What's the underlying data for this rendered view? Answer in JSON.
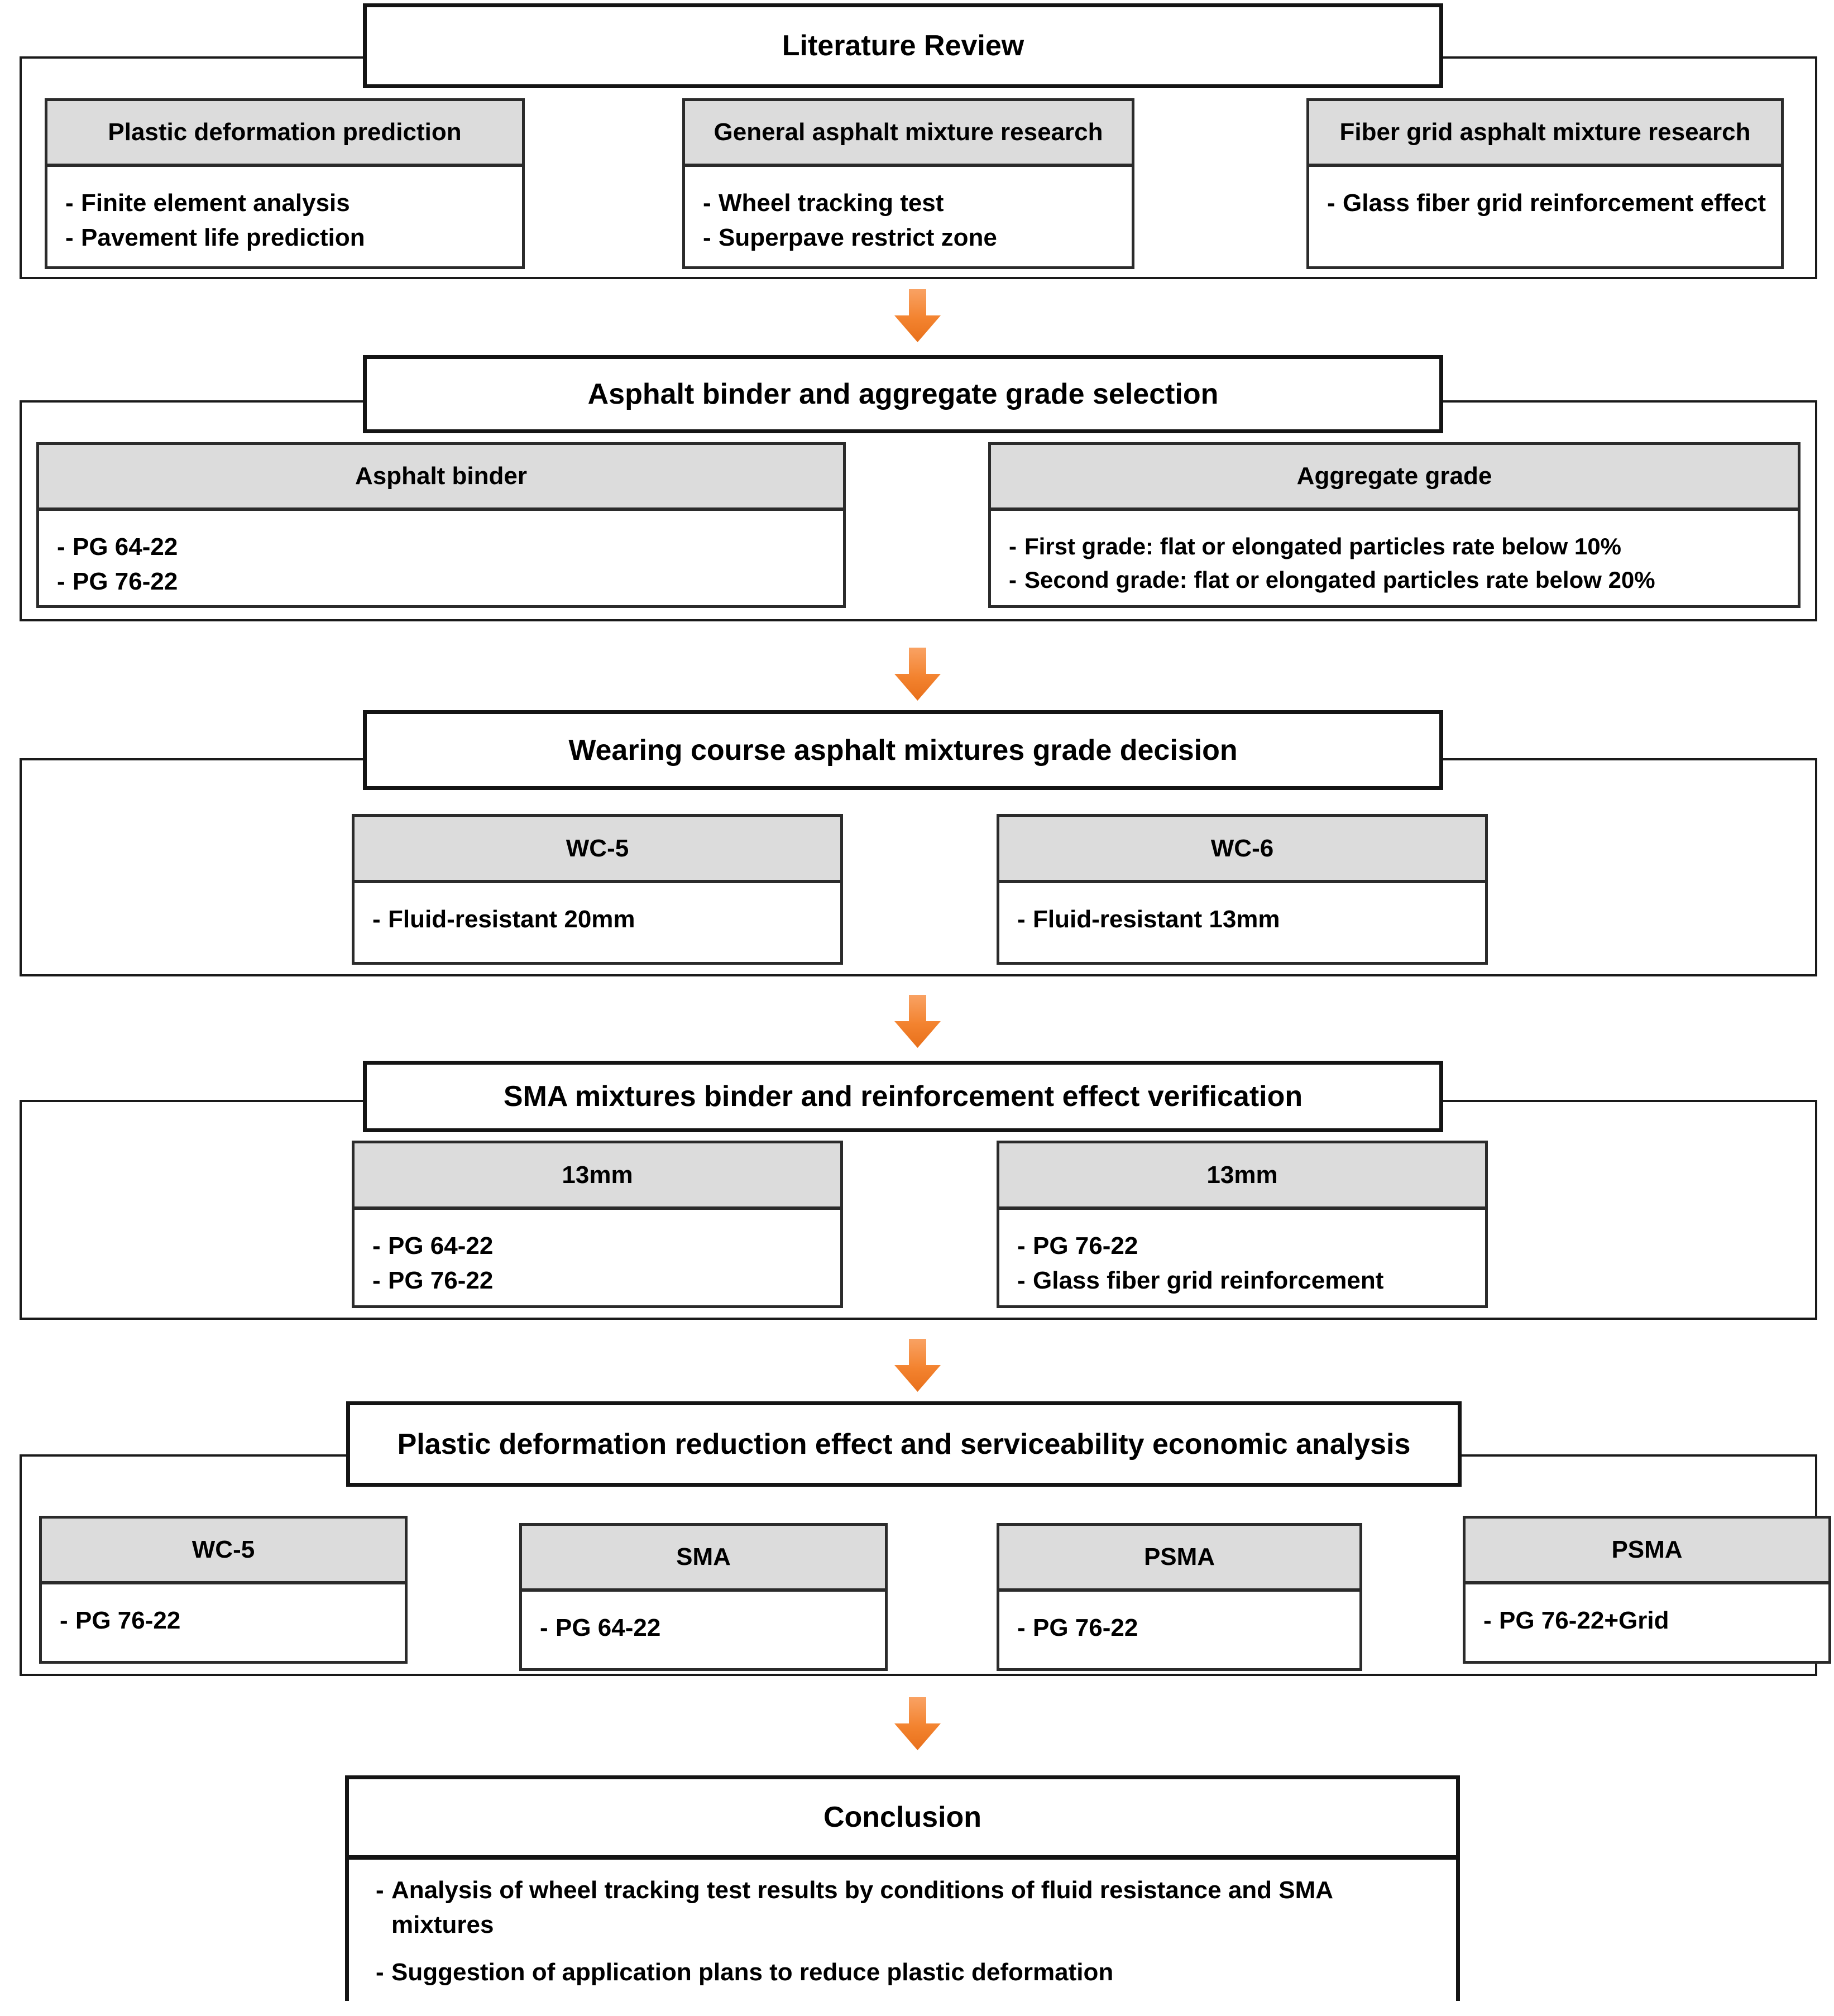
{
  "diagram": {
    "type": "research-flowchart",
    "accent_color": "#F07C30",
    "header_fill": "#DCDCDC",
    "border_color": "#1A1A1A",
    "background": "#FFFFFF",
    "arrow_glyph": "down-arrow",
    "stages": [
      {
        "id": "literature-review",
        "title": "Literature Review",
        "cards": [
          {
            "header": "Plastic deformation prediction",
            "items": [
              "Finite element analysis",
              "Pavement life prediction"
            ]
          },
          {
            "header": "General asphalt mixture research",
            "items": [
              "Wheel tracking test",
              "Superpave restrict zone"
            ]
          },
          {
            "header": "Fiber grid asphalt mixture research",
            "items": [
              "Glass fiber grid reinforcement effect"
            ]
          }
        ]
      },
      {
        "id": "binder-aggregate-selection",
        "title": "Asphalt binder and aggregate grade selection",
        "cards": [
          {
            "header": "Asphalt binder",
            "items": [
              "PG 64-22",
              "PG 76-22"
            ]
          },
          {
            "header": "Aggregate grade",
            "items": [
              "First grade: flat or elongated particles rate below 10%",
              "Second grade: flat or elongated particles rate below 20%"
            ]
          }
        ]
      },
      {
        "id": "wearing-course-grade",
        "title": "Wearing course asphalt mixtures grade decision",
        "cards": [
          {
            "header": "WC-5",
            "items": [
              "Fluid-resistant 20mm"
            ]
          },
          {
            "header": "WC-6",
            "items": [
              "Fluid-resistant 13mm"
            ]
          }
        ]
      },
      {
        "id": "sma-verification",
        "title": "SMA mixtures binder and reinforcement effect verification",
        "cards": [
          {
            "header": "13mm",
            "items": [
              "PG 64-22",
              "PG 76-22"
            ]
          },
          {
            "header": "13mm",
            "items": [
              "PG 76-22",
              "Glass fiber grid reinforcement"
            ]
          }
        ]
      },
      {
        "id": "deformation-reduction-economic",
        "title": "Plastic deformation reduction effect and serviceability economic analysis",
        "cards": [
          {
            "header": "WC-5",
            "items": [
              "PG 76-22"
            ]
          },
          {
            "header": "SMA",
            "items": [
              "PG 64-22"
            ]
          },
          {
            "header": "PSMA",
            "items": [
              "PG 76-22"
            ]
          },
          {
            "header": "PSMA",
            "items": [
              "PG 76-22+Grid"
            ]
          }
        ]
      },
      {
        "id": "conclusion",
        "title": "Conclusion",
        "cards": [
          {
            "header": "",
            "items": [
              "Analysis of wheel tracking test results by conditions of fluid resistance and SMA mixtures",
              "Suggestion of application plans to reduce plastic deformation"
            ]
          }
        ]
      }
    ]
  }
}
